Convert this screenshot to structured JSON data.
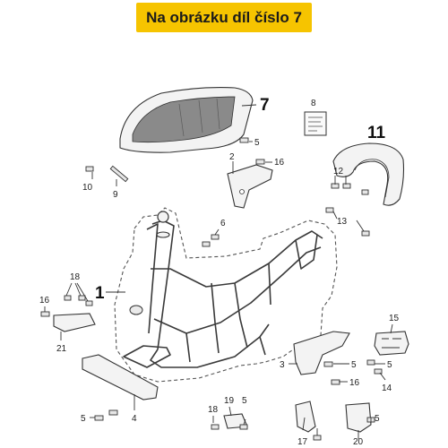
{
  "banner": {
    "text": "Na obrázku díl číslo 7",
    "color": "#f6c400"
  },
  "callouts": [
    "7",
    "8",
    "11",
    "5",
    "2",
    "16",
    "10",
    "9",
    "12",
    "13",
    "6",
    "1",
    "18",
    "16",
    "21",
    "4",
    "5",
    "3",
    "5",
    "16",
    "15",
    "5",
    "14",
    "18",
    "19",
    "5",
    "17",
    "20",
    "5"
  ]
}
